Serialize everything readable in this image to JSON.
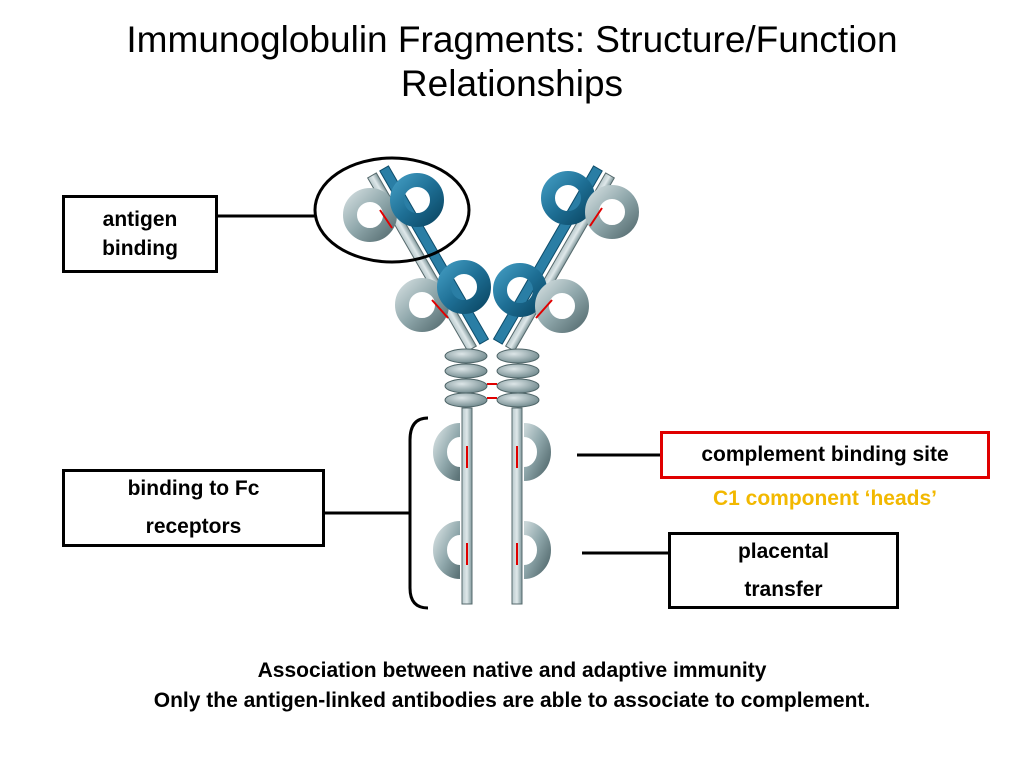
{
  "title": {
    "line1": "Immunoglobulin Fragments: Structure/Function",
    "line2": "Relationships"
  },
  "labels": {
    "antigen_binding": [
      "antigen",
      "binding"
    ],
    "fc_receptors": [
      "binding to Fc",
      "receptors"
    ],
    "complement_binding_site": "complement binding site",
    "c1_heads": "C1 component ‘heads’",
    "placental_transfer": [
      "placental",
      "transfer"
    ]
  },
  "caption": {
    "line1": "Association between native and adaptive immunity",
    "line2": "Only the antigen-linked antibodies are able to associate to complement."
  },
  "colors": {
    "heavy_chain": "#8fa7ab",
    "light_chain": "#1e6f95",
    "disulfide": "#e00000",
    "complement_border": "#e00000",
    "c1_text": "#f2b800"
  }
}
